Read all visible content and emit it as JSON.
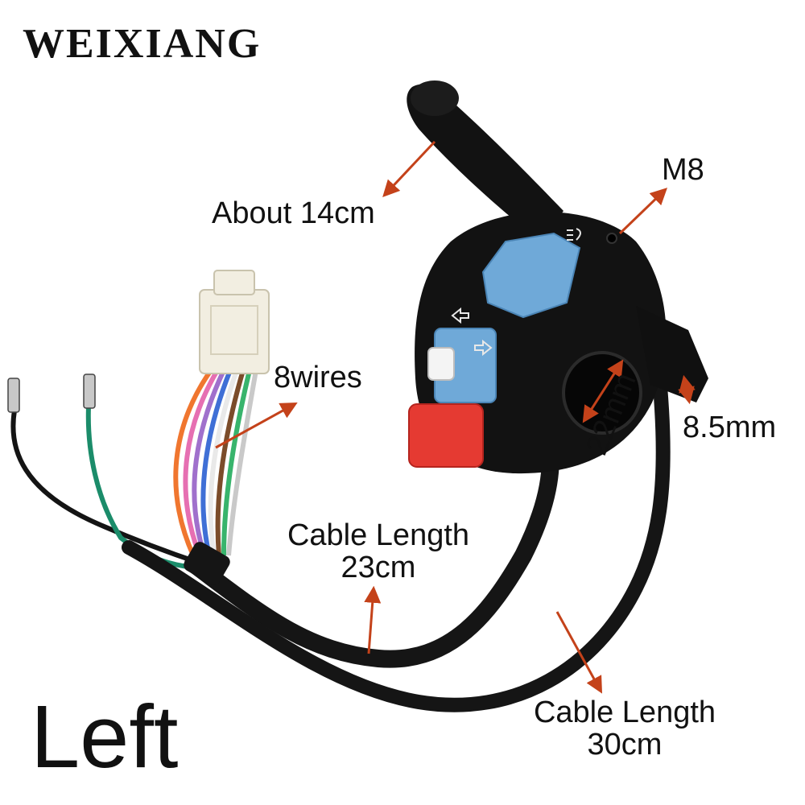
{
  "brand": "WEIXIANG",
  "labels": {
    "lever_length": "About 14cm",
    "bolt": "M8",
    "wires": "8wires",
    "bar_diameter": "22mm",
    "mount_width": "8.5mm",
    "cable_23_line1": "Cable Length",
    "cable_23_line2": "23cm",
    "cable_30_line1": "Cable Length",
    "cable_30_line2": "30cm",
    "side": "Left"
  },
  "colors": {
    "arrow": "#c4421a",
    "housing": "#121212",
    "blue_button": "#6fa9d8",
    "red_button": "#e53a32",
    "connector": "#f2eee1"
  },
  "icons": [
    "headlight-icon",
    "left-arrow-icon",
    "right-arrow-icon"
  ]
}
